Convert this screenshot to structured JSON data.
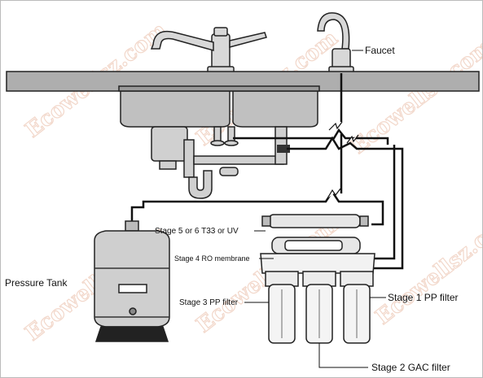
{
  "watermark": "Ecowellsz.com",
  "labels": {
    "faucet": "Faucet",
    "pressure_tank": "Pressure Tank",
    "stage5": "Stage 5 or 6 T33 or UV",
    "stage4": "Stage 4 RO membrane",
    "stage3": "Stage 3 PP filter",
    "stage1": "Stage 1 PP filter",
    "stage2": "Stage 2 GAC filter"
  },
  "colors": {
    "countertop": "#aeaeae",
    "sink": "#bdbdbd",
    "tube": "#111111",
    "housing": "#e6e6e6",
    "tank": "#cfcfcf"
  }
}
